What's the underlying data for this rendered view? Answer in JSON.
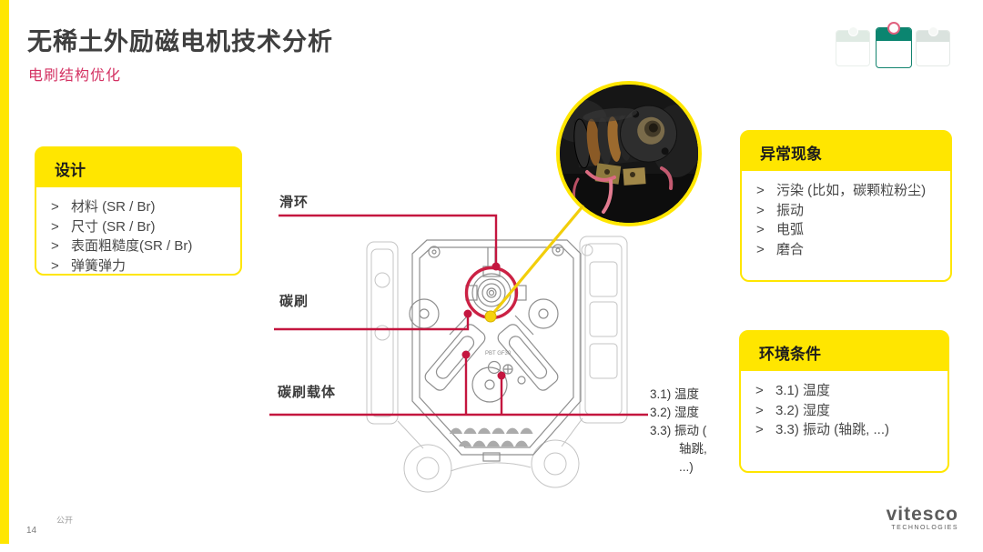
{
  "slide_title": "无稀土外励磁电机技术分析",
  "slide_subtitle": "电刷结构优化",
  "ui": {
    "bullet": ">"
  },
  "page_indicator": {
    "cards": 3,
    "active_card": 2
  },
  "boxes": {
    "design": {
      "title": "设计",
      "items": [
        "材料 (SR / Br)",
        "尺寸 (SR / Br)",
        "表面粗糙度(SR / Br)",
        "弹簧弹力"
      ]
    },
    "abnormal": {
      "title": "异常现象",
      "items": [
        "污染 (比如，碳颗粒粉尘)",
        "振动",
        "电弧",
        "磨合"
      ]
    },
    "environment": {
      "title": "环境条件",
      "items": [
        "3.1) 温度",
        "3.2) 湿度",
        "3.3) 振动 (轴跳, ...)"
      ]
    }
  },
  "diagram": {
    "labels": {
      "slip_ring": "滑环",
      "brush": "碳刷",
      "brush_carrier": "碳刷载体"
    },
    "annotation_lines": [
      "3.1) 温度",
      "3.2) 湿度",
      "3.3) 振动 (",
      "轴跳,",
      "...)"
    ],
    "drawing_text": "PBT GF30"
  },
  "footer": {
    "classification": "公开",
    "page_number": "14",
    "logo_text": "vitesco",
    "logo_subtext": "TECHNOLOGIES"
  },
  "colors": {
    "accent_yellow": "#ffe600",
    "line_crimson": "#c4163f",
    "highlight_red": "#cb2144",
    "subtitle_pink": "#d43263",
    "active_teal": "#0b8570",
    "title_gray": "#3f3f3f"
  }
}
